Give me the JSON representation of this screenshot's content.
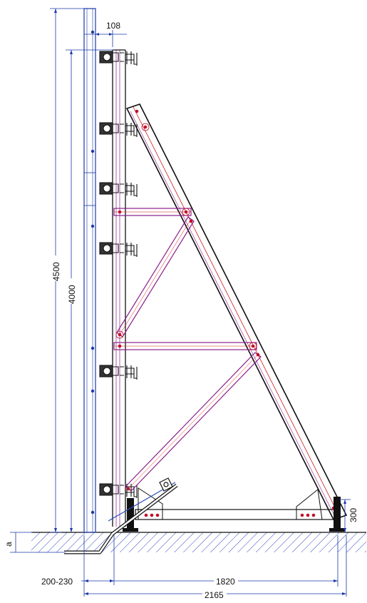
{
  "drawing": {
    "dimensions": {
      "top_offset": "108",
      "total_height": "4500",
      "panel_height": "4000",
      "base_height": "300",
      "anchor_depth": "a",
      "anchor_spacing": "200-230",
      "brace_width": "1820",
      "total_width": "2165"
    },
    "colors": {
      "frame": "#111111",
      "brace": "#8a1f8a",
      "centerline": "#d01818",
      "dimension": "#1a3aa8",
      "ground_hatch": "#1a3aa8",
      "bolt": "#c0102a"
    }
  }
}
